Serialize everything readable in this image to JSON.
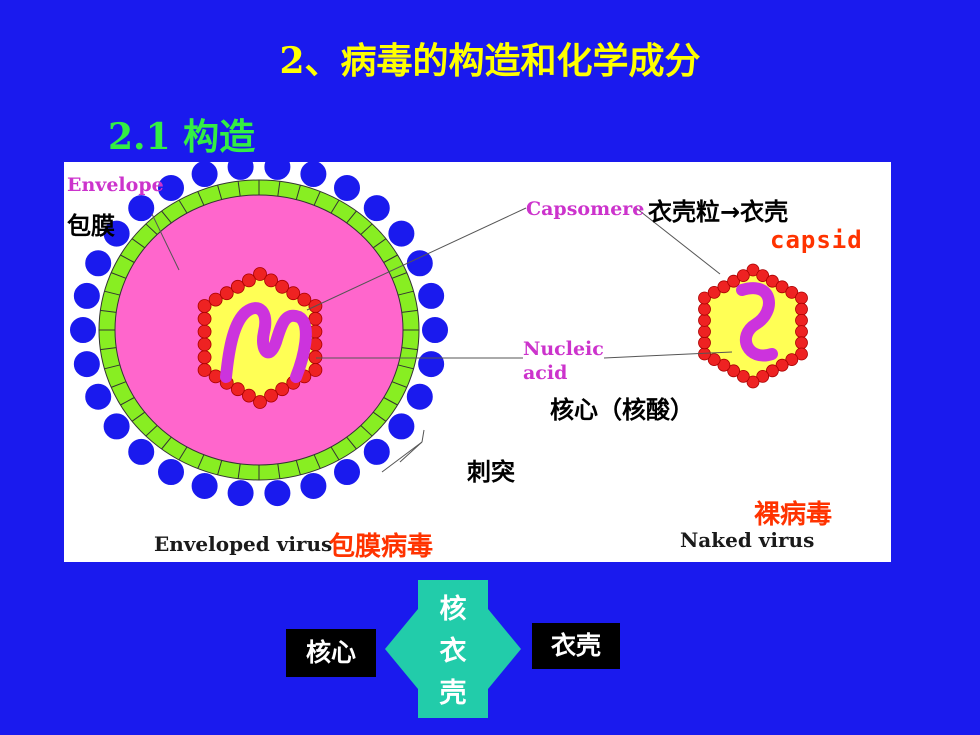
{
  "slide": {
    "title": "2、病毒的构造和化学成分",
    "subtitle": "2.1 构造"
  },
  "diagram": {
    "envelope_en": "Envelope",
    "envelope_cn": "包膜",
    "capsomere_en": "Capsomere",
    "capsomere_cn_a": "衣壳粒",
    "capsomere_cn_b": "衣壳",
    "capsid_en": "capsid",
    "nucleic_en_1": "Nucleic",
    "nucleic_en_2": "acid",
    "core_cn": "核心（核酸）",
    "spike_cn": "刺突",
    "naked_cn": "裸病毒",
    "enveloped_en": "Enveloped  virus",
    "enveloped_cn": "包膜病毒",
    "naked_en": "Naked  virus"
  },
  "bottom": {
    "left_box": "核心",
    "right_box": "衣壳",
    "center_chars": [
      "核",
      "衣",
      "壳"
    ]
  },
  "colors": {
    "background": "#1a1aee",
    "title": "#ffff00",
    "subtitle": "#33ee44",
    "envelope_ring": "#88ee22",
    "spikes": "#1a1aee",
    "inner_pink": "#ff66cc",
    "capsid_yellow": "#ffff55",
    "capsomere_red": "#ee2222",
    "nucleic_purple": "#cc33dd",
    "arrow_teal": "#22ccaa"
  }
}
